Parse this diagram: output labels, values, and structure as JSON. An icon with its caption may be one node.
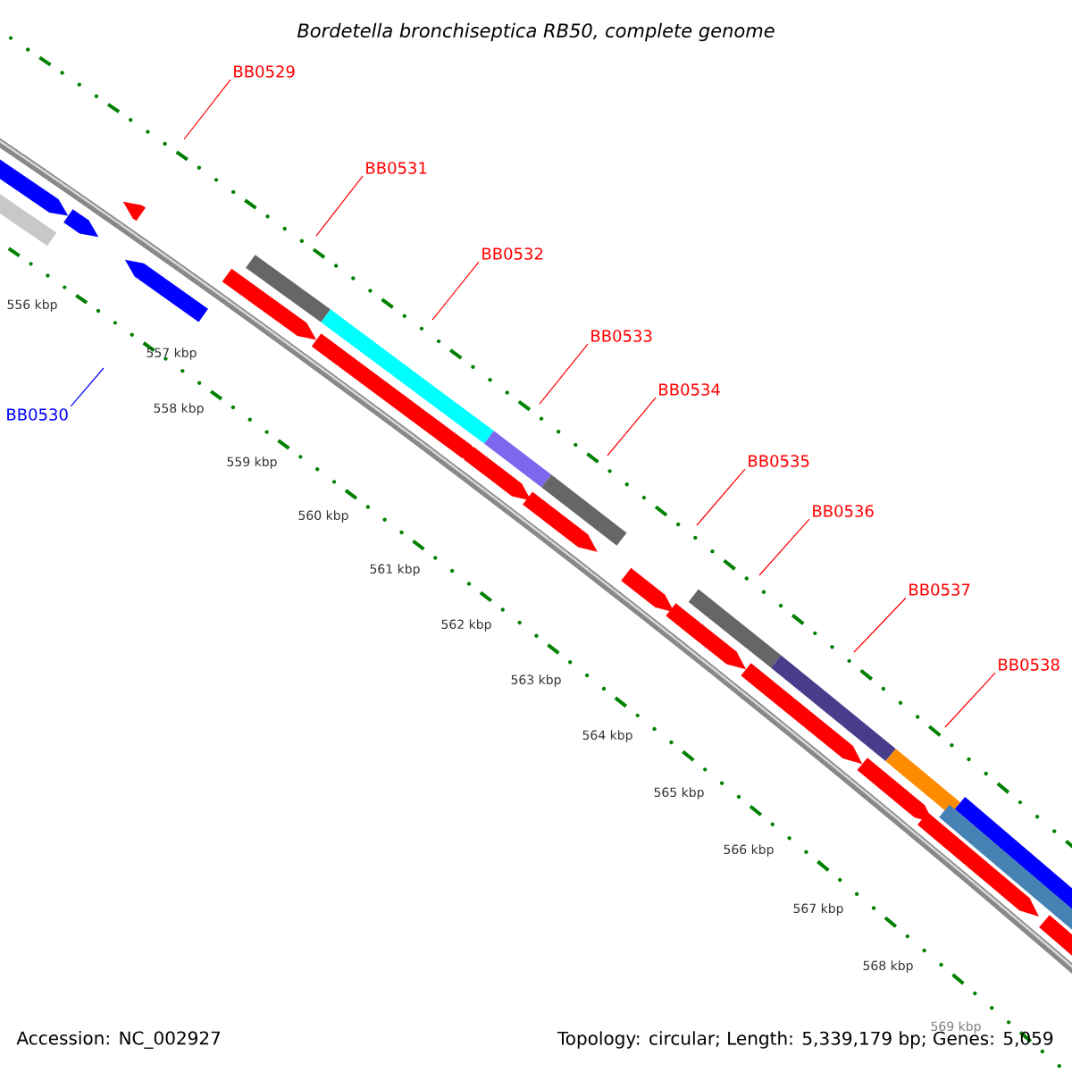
{
  "diagram": {
    "title": "Bordetella bronchiseptica RB50, complete genome",
    "nodes": [
      {
        "text": [
          "BB0529"
        ]
      },
      {
        "text": [
          "BB0531"
        ]
      },
      {
        "text": [
          "BB0532"
        ]
      },
      {
        "text": [
          "BB0533"
        ]
      },
      {
        "text": [
          "BB0534"
        ]
      },
      {
        "text": [
          "BB0530"
        ]
      },
      {
        "text": [
          "BB0535"
        ]
      },
      {
        "text": [
          "BB0536"
        ]
      },
      {
        "text": [
          "BB0537"
        ]
      },
      {
        "text": [
          "BB0538"
        ]
      }
    ],
    "edges": [
      {
        "from": 0,
        "to": null,
        "arrow": "none"
      },
      {
        "from": 1,
        "to": null,
        "arrow": "none"
      },
      {
        "from": 2,
        "to": null,
        "arrow": "none"
      },
      {
        "from": 3,
        "to": null,
        "arrow": "none"
      },
      {
        "from": 4,
        "to": null,
        "arrow": "none"
      },
      {
        "from": 5,
        "to": null,
        "arrow": "none",
        "color": "#0000ff"
      },
      {
        "from": 6,
        "to": null,
        "arrow": "none"
      },
      {
        "from": 7,
        "to": null,
        "arrow": "none"
      },
      {
        "from": 8,
        "to": null,
        "arrow": "none"
      },
      {
        "from": 9,
        "to": null,
        "arrow": "none"
      }
    ],
    "labels": [
      "556 kbp",
      "557 kbp",
      "558 kbp",
      "559 kbp",
      "560 kbp",
      "561 kbp",
      "562 kbp",
      "563 kbp",
      "564 kbp",
      "565 kbp",
      "566 kbp",
      "567 kbp",
      "568 kbp",
      "569 kbp",
      "Accession: NC_002927",
      "Topology: circular; Length: 5,339,179 bp; Genes: 5,059"
    ]
  }
}
